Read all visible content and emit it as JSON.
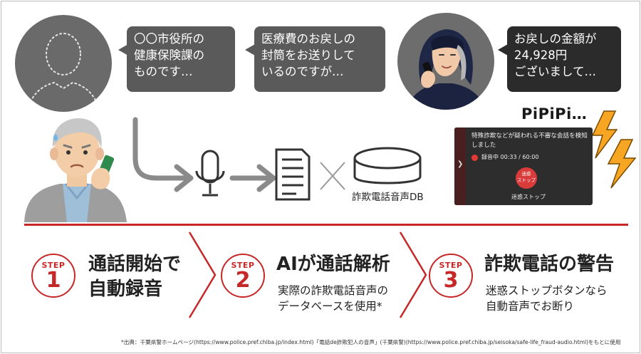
{
  "bubbles": {
    "b1": [
      "〇〇市役所の",
      "健康保険課の",
      "ものです…"
    ],
    "b2": [
      "医療費のお戻しの",
      "封筒をお送りして",
      "いるのですが…"
    ],
    "b3": [
      "お戻しの金額が",
      "24,928円",
      "ございまして…"
    ]
  },
  "alert": {
    "sound": "PiPiPi…",
    "message": "特殊詐欺などが疑われる不審な会話を検知しました",
    "recording": "録音中 00:33 / 60:00",
    "stop_button": "迷惑\nストップ",
    "stop_button_line1": "迷惑",
    "stop_button_line2": "ストップ",
    "stop_caption": "迷惑ストップ"
  },
  "flow": {
    "db_label": "詐欺電話音声DB"
  },
  "steps": [
    {
      "word": "STEP",
      "number": "1",
      "title": [
        "通話開始で",
        "自動録音"
      ],
      "desc": []
    },
    {
      "word": "STEP",
      "number": "2",
      "title": [
        "AIが通話解析"
      ],
      "desc": [
        "実際の詐欺電話音声の",
        "データベースを使用*"
      ]
    },
    {
      "word": "STEP",
      "number": "3",
      "title": [
        "詐欺電話の警告"
      ],
      "desc": [
        "迷惑ストップボタンなら",
        "自動音声でお断り"
      ]
    }
  ],
  "source_note": "*出典：千葉県警ホームページ(https://www.police.pref.chiba.jp/index.html)「電話de詐欺犯人の音声」(千葉県警)(https://www.police.pref.chiba.jp/seisoka/safe-life_fraud-audio.html)をもとに使用",
  "colors": {
    "accent": "#c62828",
    "bubble": "#5a5a5a",
    "bubble_dark": "#2b2b2b"
  }
}
